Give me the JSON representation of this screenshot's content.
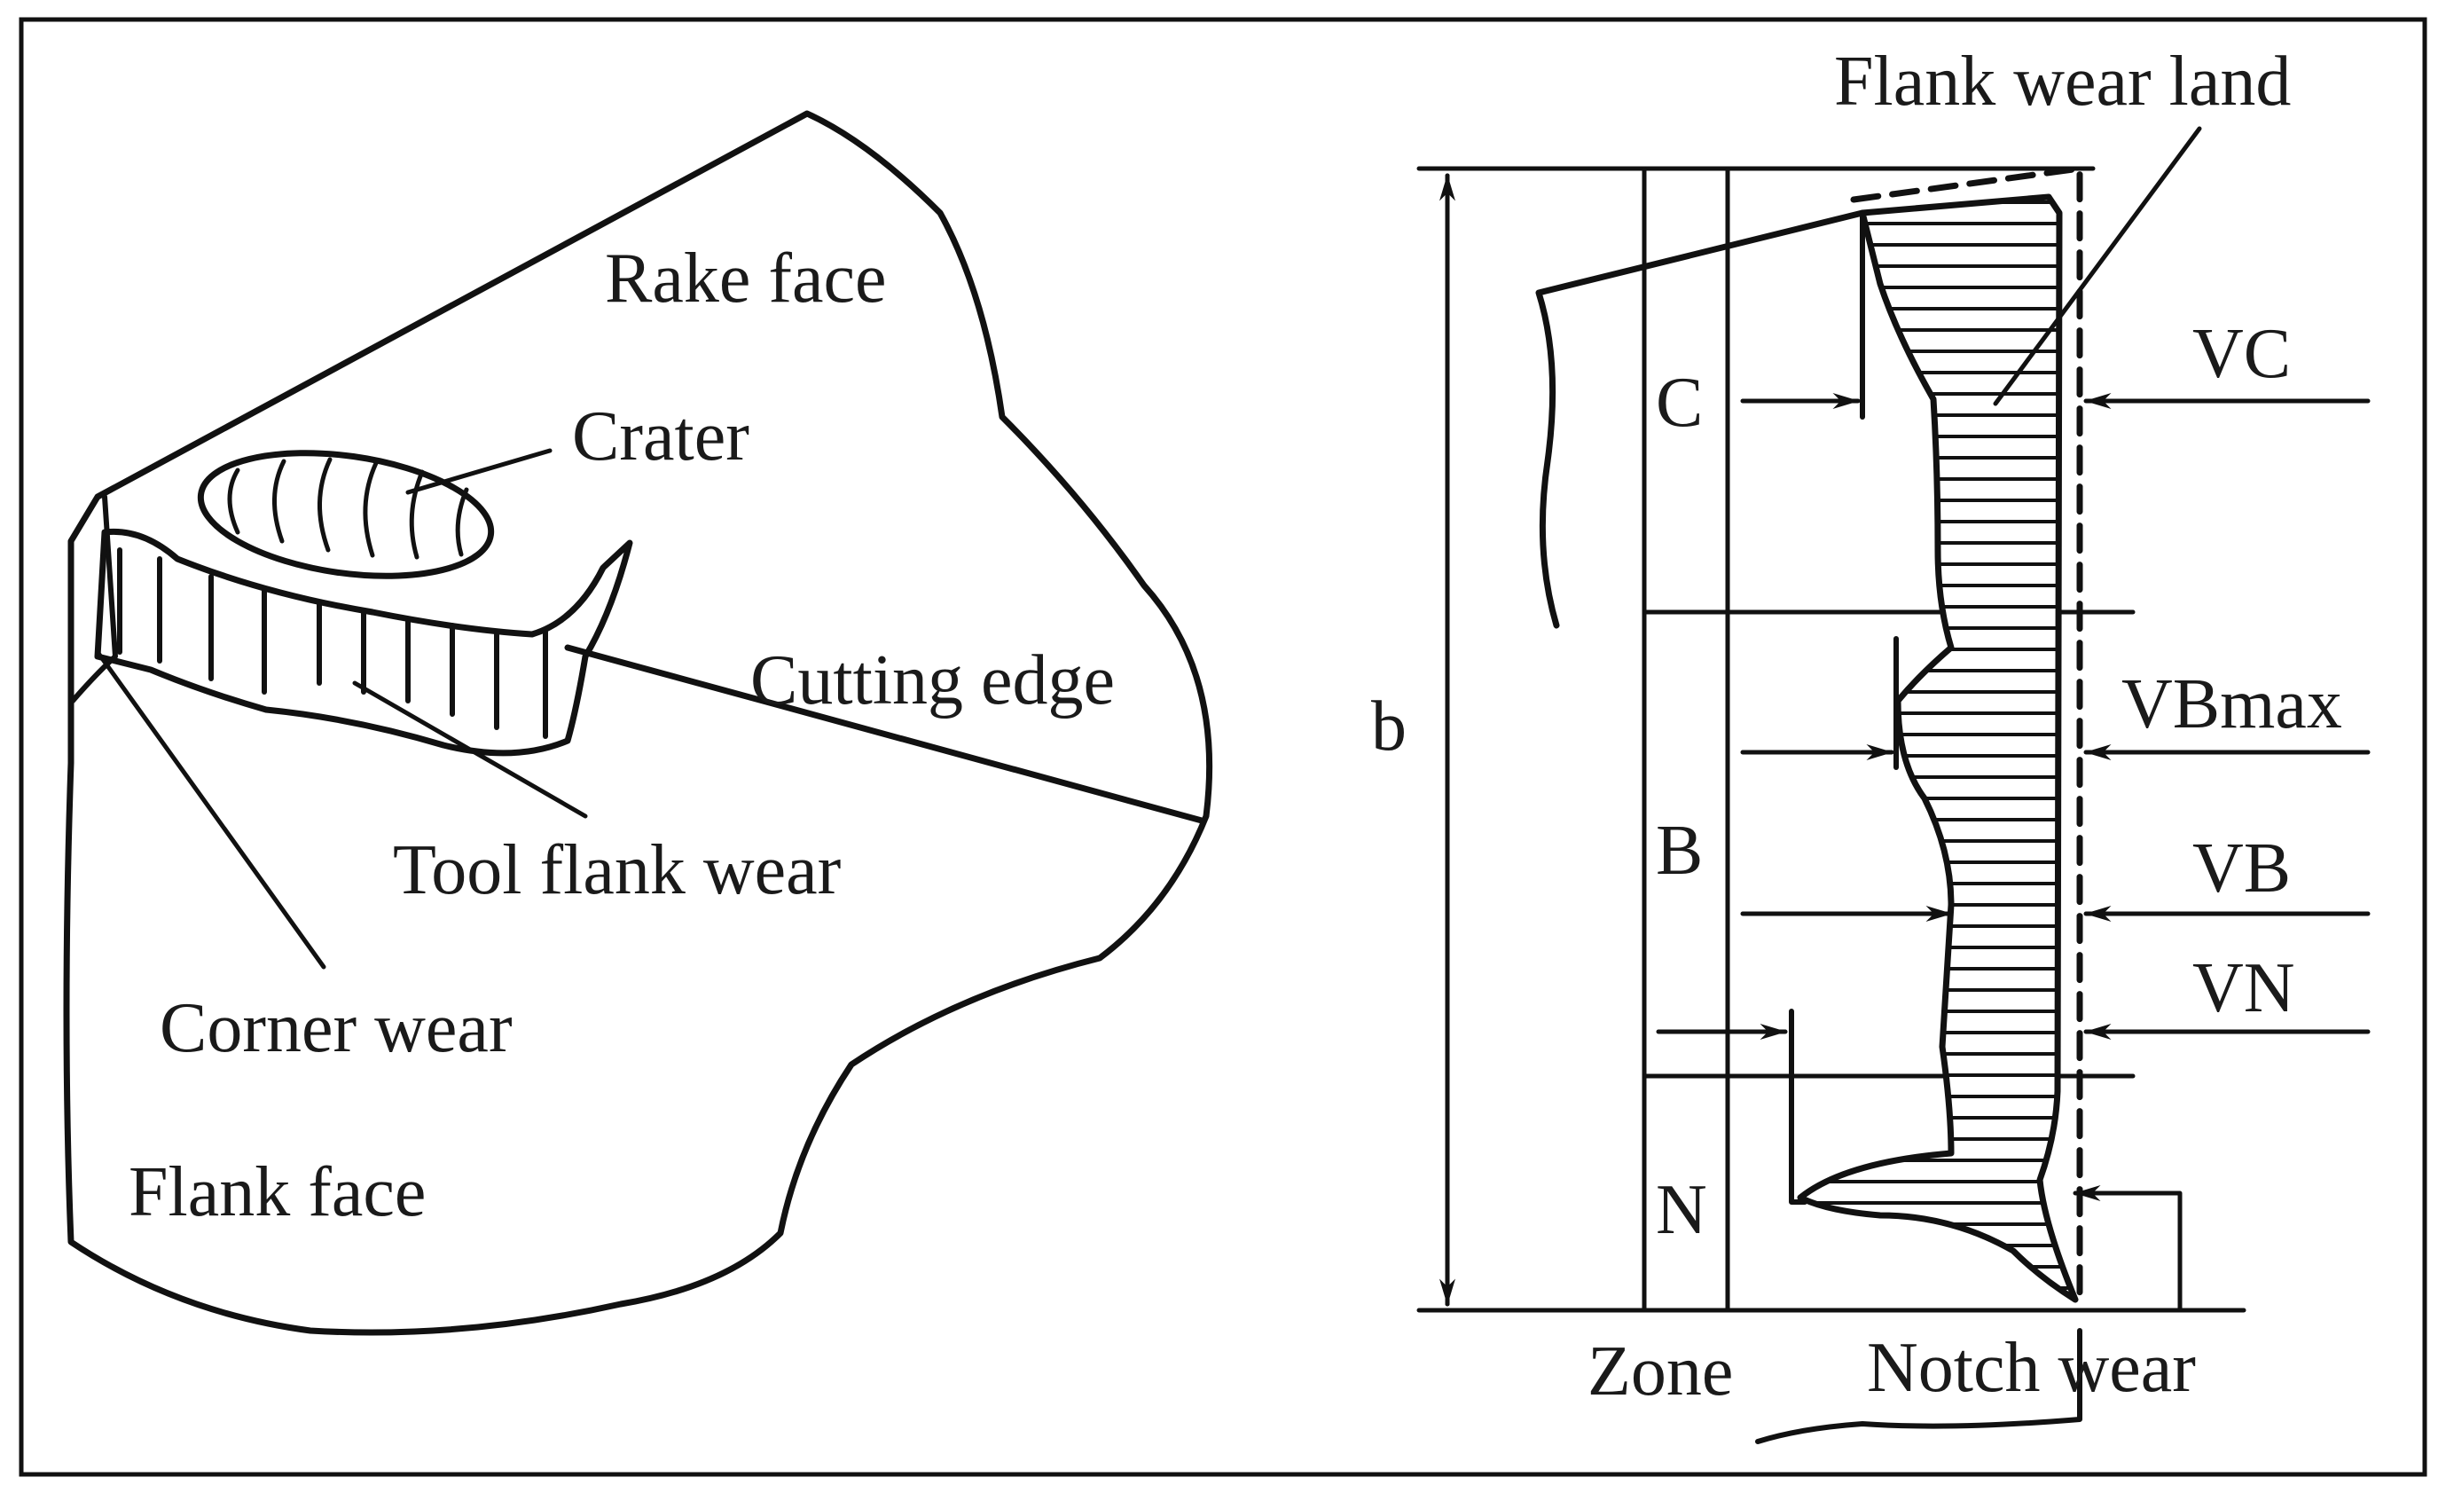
{
  "left_figure": {
    "labels": {
      "rake_face": "Rake face",
      "crater": "Crater",
      "cutting_edge": "Cutting edge",
      "tool_flank_wear": "Tool flank wear",
      "corner_wear": "Corner wear",
      "flank_face": "Flank face"
    }
  },
  "right_figure": {
    "labels": {
      "flank_wear_land": "Flank wear land",
      "zone_c": "C",
      "zone_b": "B",
      "zone_n": "N",
      "vc": "VC",
      "vbmax": "VBmax",
      "vb": "VB",
      "vn": "VN",
      "b": "b",
      "zone": "Zone",
      "notch_wear": "Notch wear"
    }
  },
  "colors": {
    "ink": "#111111",
    "background": "#ffffff",
    "border": "#111111"
  }
}
